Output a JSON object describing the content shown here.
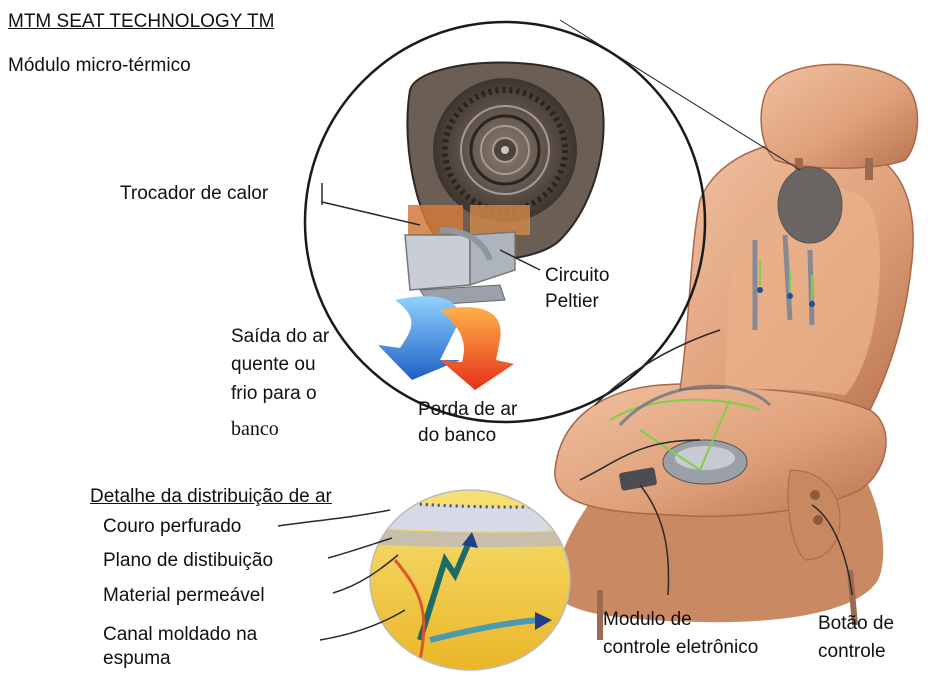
{
  "header": {
    "title": "MTM SEAT TECHNOLOGY TM",
    "subtitle": "Módulo micro-térmico"
  },
  "callouts": {
    "heat_exchanger": "Trocador de calor",
    "peltier_line1": "Circuito",
    "peltier_line2": "Peltier",
    "air_out_line1": "Saída do ar",
    "air_out_line2": "quente ou",
    "air_out_line3": "frio para o",
    "air_out_line4": "banco",
    "air_loss_line1": "Perda de ar",
    "air_loss_line2": "do banco"
  },
  "distribution": {
    "title": "Detalhe da distribuição de ar",
    "layers": [
      "Couro perfurado",
      "Plano de distibuição",
      "Material permeável"
    ],
    "channel_line1": "Canal moldado na",
    "channel_line2": "espuma"
  },
  "controls": {
    "module_line1": "Modulo de",
    "module_line2": "controle eletrônico",
    "button_line1": "Botão de",
    "button_line2": "controle"
  },
  "colors": {
    "seat_leather": "#e0a27c",
    "seat_shadow": "#b97350",
    "foam_yellow": "#f2cf3a",
    "hot_air": "#ee5a1e",
    "cold_air": "#2d86e0",
    "fan_dark": "#4a3f38"
  }
}
